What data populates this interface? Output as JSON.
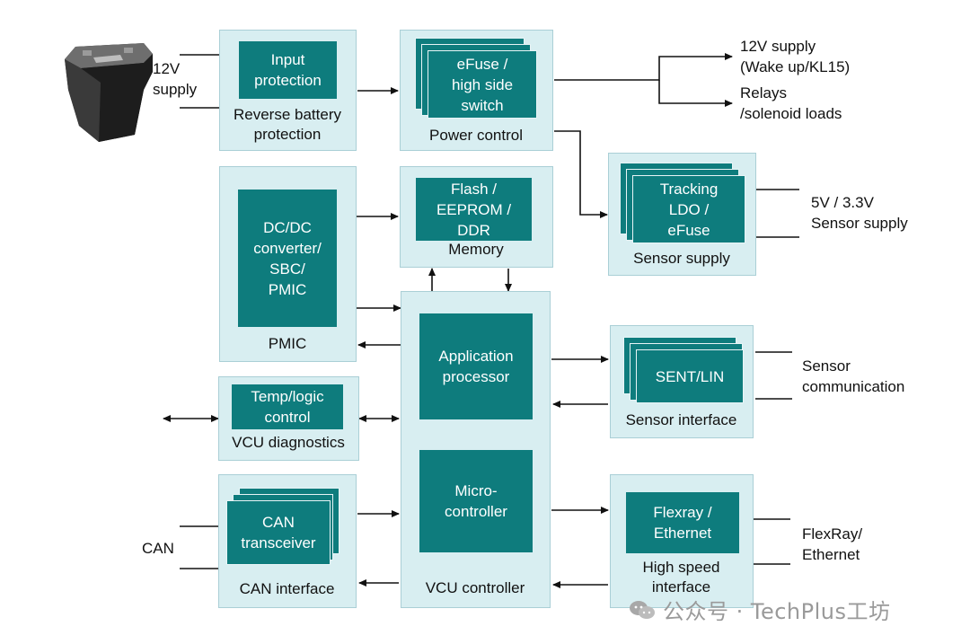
{
  "blocks": {
    "protection": {
      "inner": "Input\nprotection",
      "label": "Reverse battery\nprotection"
    },
    "power": {
      "inner": "eFuse /\nhigh side\nswitch",
      "label": "Power control"
    },
    "memory": {
      "inner": "Flash /\nEEPROM /\nDDR",
      "label": "Memory"
    },
    "pmic": {
      "inner": "DC/DC\nconverter/\nSBC/\nPMIC",
      "label": "PMIC"
    },
    "sensor_supply": {
      "inner": "Tracking\nLDO /\neFuse",
      "label": "Sensor supply"
    },
    "vcu": {
      "app": "Application\nprocessor",
      "mcu": "Micro-\ncontroller",
      "label": "VCU controller"
    },
    "diagnostics": {
      "inner": "Temp/logic\ncontrol",
      "label": "VCU diagnostics"
    },
    "sensor_if": {
      "inner": "SENT/LIN",
      "label": "Sensor interface"
    },
    "can_if": {
      "inner": "CAN\ntransceiver",
      "label": "CAN interface"
    },
    "hs_if": {
      "inner": "Flexray /\nEthernet",
      "label": "High speed\ninterface"
    }
  },
  "external": {
    "battery_supply": "12V\nsupply",
    "out_wakeup": "12V supply\n(Wake up/KL15)",
    "out_relays": "Relays\n/solenoid loads",
    "sensor_supply_out": "5V / 3.3V\nSensor supply",
    "sensor_comm": "Sensor\ncommunication",
    "can": "CAN",
    "flexray": "FlexRay/\nEthernet"
  },
  "watermark": "公众号 · TechPlus工坊",
  "colors": {
    "box_fill": "#d8eef1",
    "box_border": "#aacfd6",
    "teal": "#0e7c7d",
    "line": "#111111"
  },
  "icons": [
    "battery-icon",
    "wechat-icon"
  ]
}
